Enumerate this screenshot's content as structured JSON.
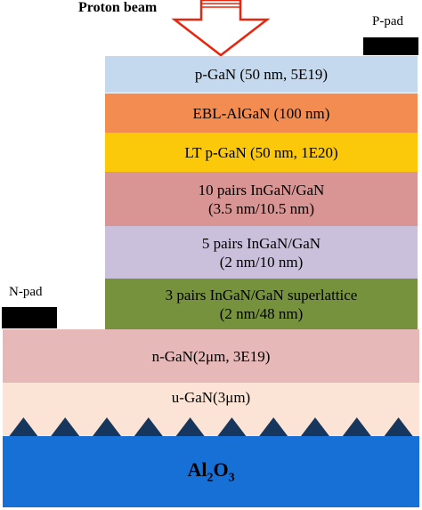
{
  "beam": {
    "label": "Proton beam"
  },
  "pads": {
    "p_label": "P-pad",
    "n_label": "N-pad"
  },
  "layers": [
    {
      "id": "p-gan",
      "lines": [
        "p-GaN (50 nm, 5E19)"
      ],
      "color": "#c5d9ee"
    },
    {
      "id": "ebl",
      "lines": [
        "EBL-AlGaN (100 nm)"
      ],
      "color": "#f28c51"
    },
    {
      "id": "lt-pgan",
      "lines": [
        "LT p-GaN (50 nm, 1E20)"
      ],
      "color": "#fcc80a"
    },
    {
      "id": "mqw10",
      "lines": [
        "10 pairs InGaN/GaN",
        "(3.5 nm/10.5 nm)"
      ],
      "color": "#d99594"
    },
    {
      "id": "mqw5",
      "lines": [
        "5 pairs InGaN/GaN",
        "(2 nm/10 nm)"
      ],
      "color": "#cbc0dc"
    },
    {
      "id": "sl",
      "lines": [
        "3 pairs InGaN/GaN superlattice",
        "(2 nm/48 nm)"
      ],
      "color": "#76923c"
    },
    {
      "id": "n-gan",
      "lines": [
        "n-GaN(2μm, 3E19)"
      ],
      "color": "#e6b8b8"
    },
    {
      "id": "u-gan",
      "lines": [
        "u-GaN(3μm)"
      ],
      "color": "#fbe4d5"
    }
  ],
  "substrate": {
    "label_main": "Al",
    "sub1": "2",
    "label_mid": "O",
    "sub2": "3",
    "color": "#1670d6"
  },
  "pattern": {
    "triangle_color": "#17365d",
    "count": 10
  },
  "arrow": {
    "outline_color": "#e8260f"
  }
}
